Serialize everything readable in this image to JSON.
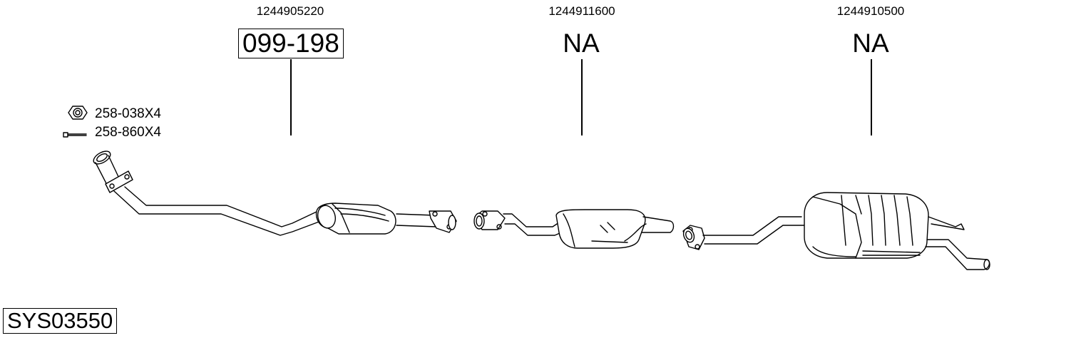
{
  "parts": [
    {
      "oe_number": "1244905220",
      "ref": "099-198",
      "boxed": true
    },
    {
      "oe_number": "1244911600",
      "ref": "NA",
      "boxed": false
    },
    {
      "oe_number": "1244910500",
      "ref": "NA",
      "boxed": false
    }
  ],
  "hardware": [
    {
      "icon": "nut-icon",
      "label": "258-038X4"
    },
    {
      "icon": "bolt-icon",
      "label": "258-860X4"
    }
  ],
  "system_code": "SYS03550",
  "colors": {
    "line": "#000000",
    "fill": "#ffffff",
    "shade": "#d9d9d9"
  }
}
